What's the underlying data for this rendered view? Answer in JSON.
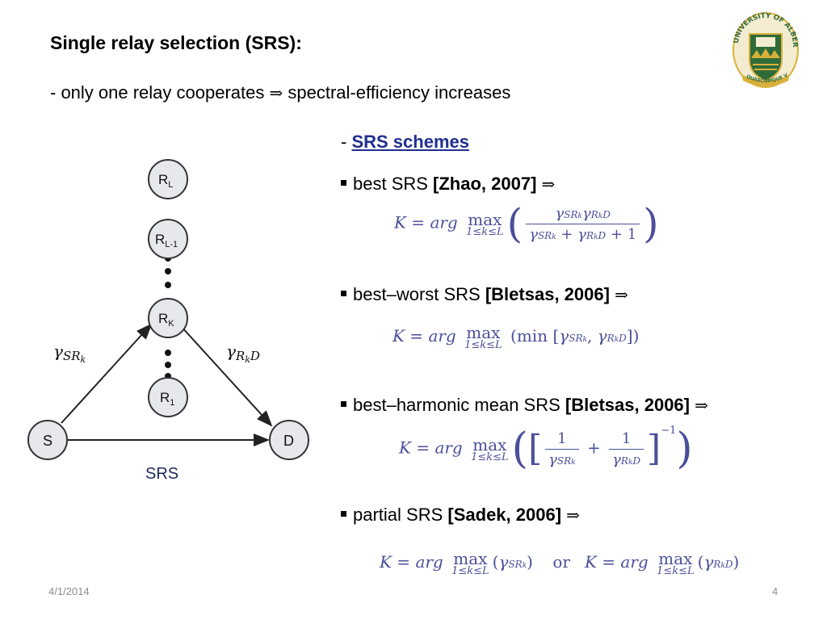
{
  "slide": {
    "title": "Single relay selection (SRS):",
    "subtitle_text": "- only one relay cooperates",
    "subtitle_arrow": "⇒",
    "subtitle_tail": "spectral-efficiency increases",
    "schemes_dash": "- ",
    "schemes_label": "SRS schemes",
    "footer_date": "4/1/2014",
    "page_number": "4"
  },
  "bullets": [
    {
      "text": "best SRS ",
      "ref": "[Zhao, 2007]",
      "arrow": "⇒"
    },
    {
      "text": "best–worst SRS ",
      "ref": "[Bletsas, 2006]",
      "arrow": "⇒"
    },
    {
      "text": "best–harmonic mean SRS ",
      "ref": "[Bletsas, 2006]",
      "arrow": "⇒"
    },
    {
      "text": "partial SRS ",
      "ref": "[Sadek, 2006]",
      "arrow": "⇒"
    }
  ],
  "formula_tokens": {
    "K": "K",
    "eq": " = ",
    "arg": "arg",
    "max": "max",
    "limit": "1≤k≤L",
    "gamma": "γ",
    "sr_k": "SR",
    "k": "k",
    "r_k": "R",
    "d": "D",
    "plus_one": "+ 1",
    "one": "1",
    "min": "min",
    "minus_one": "−1",
    "or": "or"
  },
  "diagram": {
    "nodes": {
      "s": "S",
      "d": "D",
      "rl": "R",
      "rl_sub": "L",
      "rl1": "R",
      "rl1_sub": "L-1",
      "rk": "R",
      "rk_sub": "K",
      "r1": "R",
      "r1_sub": "1"
    },
    "left_label_gamma": "γ",
    "left_label_sub": "SR",
    "left_label_k": "k",
    "right_label_gamma": "γ",
    "right_label_sub": "R",
    "right_label_k": "k",
    "right_label_d": "D",
    "caption": "SRS"
  },
  "colors": {
    "formula": "#4b4f9a",
    "link": "#1f2f8f",
    "node_fill": "#e6e8ec",
    "node_stroke": "#333333",
    "logo_green": "#2f6b3a",
    "logo_gold": "#d9b13a"
  },
  "logo": {
    "top_text": "UNIVERSITY OF ALBERTA",
    "bottom_text": "QUAECUMQUE VERA"
  }
}
